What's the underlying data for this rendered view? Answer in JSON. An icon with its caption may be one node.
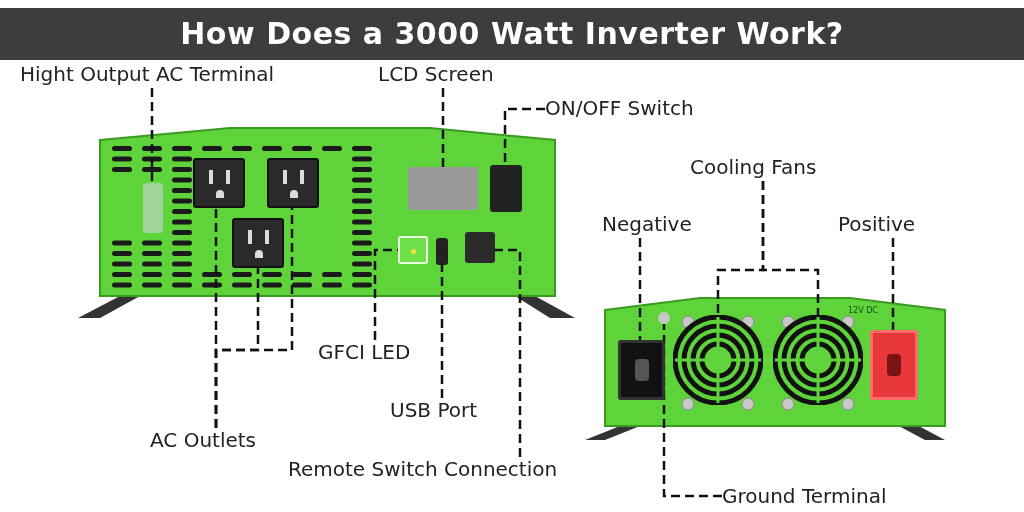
{
  "diagram": {
    "title": "How Does a 3000 Watt Inverter Work?",
    "nodes": [
      {
        "text": [
          "Hight Output AC Terminal"
        ]
      },
      {
        "text": [
          "LCD Screen"
        ]
      },
      {
        "text": [
          "ON/OFF Switch"
        ]
      },
      {
        "text": [
          "AC Outlets"
        ]
      },
      {
        "text": [
          "GFCI LED"
        ]
      },
      {
        "text": [
          "USB Port"
        ]
      },
      {
        "text": [
          "Remote Switch Connection"
        ]
      },
      {
        "text": [
          "Cooling Fans"
        ]
      },
      {
        "text": [
          "Negative"
        ]
      },
      {
        "text": [
          "Positive"
        ]
      },
      {
        "text": [
          "Ground Terminal"
        ]
      },
      {
        "text": [],
        "shape": "box"
      },
      {
        "text": [],
        "shape": "box"
      },
      {
        "text": [],
        "shape": "box"
      },
      {
        "text": [],
        "shape": "box"
      },
      {
        "text": [],
        "shape": "box"
      },
      {
        "text": [],
        "shape": "box"
      },
      {
        "text": [],
        "shape": "box"
      },
      {
        "text": [],
        "shape": "box"
      },
      {
        "text": [],
        "shape": "box"
      },
      {
        "text": [],
        "shape": "circle"
      },
      {
        "text": [],
        "shape": "circle"
      },
      {
        "text": [],
        "shape": "box"
      },
      {
        "text": [],
        "shape": "box"
      },
      {
        "text": [],
        "shape": "circle"
      }
    ],
    "edges": [
      {
        "from": 0,
        "to": 11,
        "arrow": "none",
        "style": "dashed"
      },
      {
        "from": 1,
        "to": 12,
        "arrow": "none",
        "style": "dashed"
      },
      {
        "from": 2,
        "to": 13,
        "arrow": "none",
        "style": "dashed"
      },
      {
        "from": 3,
        "to": 14,
        "arrow": "none",
        "style": "dashed"
      },
      {
        "from": 3,
        "to": 15,
        "arrow": "none",
        "style": "dashed"
      },
      {
        "from": 3,
        "to": 16,
        "arrow": "none",
        "style": "dashed"
      },
      {
        "from": 4,
        "to": 17,
        "arrow": "none",
        "style": "dashed"
      },
      {
        "from": 5,
        "to": 18,
        "arrow": "none",
        "style": "dashed"
      },
      {
        "from": 6,
        "to": 19,
        "arrow": "none",
        "style": "dashed"
      },
      {
        "from": 7,
        "to": 20,
        "arrow": "none",
        "style": "dashed"
      },
      {
        "from": 7,
        "to": 21,
        "arrow": "none",
        "style": "dashed"
      },
      {
        "from": 8,
        "to": 22,
        "arrow": "none",
        "style": "dashed"
      },
      {
        "from": 9,
        "to": 23,
        "arrow": "none",
        "style": "dashed"
      },
      {
        "from": 10,
        "to": 24,
        "arrow": "none",
        "style": "dashed"
      }
    ],
    "labels": [
      "12V DC"
    ]
  }
}
